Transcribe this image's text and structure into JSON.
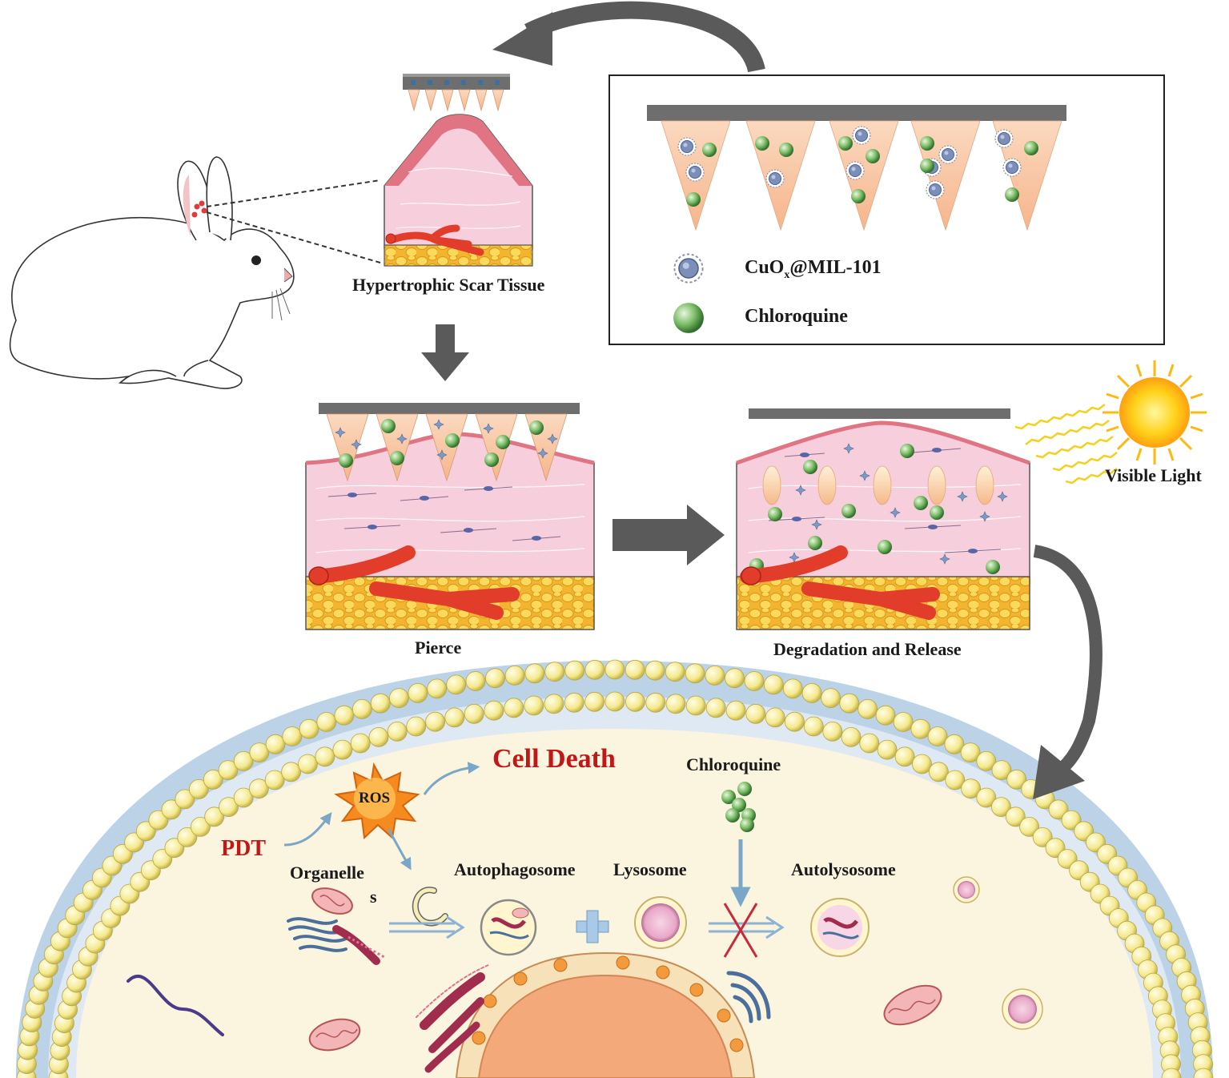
{
  "labels": {
    "scar_tissue": "Hypertrophic Scar Tissue",
    "pierce": "Pierce",
    "degradation": "Degradation and Release",
    "visible_light": "Visible Light",
    "cell_death": "Cell Death",
    "ros": "ROS",
    "pdt": "PDT",
    "chloroquine_cell": "Chloroquine",
    "organelles_1": "Organelle",
    "organelles_2": "s",
    "autophagosome": "Autophagosome",
    "lysosome": "Lysosome",
    "autolysosome": "Autolysosome"
  },
  "legend": {
    "items": [
      {
        "symbol": "mof-particle-icon",
        "label_main": "CuO",
        "label_sub": "x",
        "label_rest": "@MIL-101"
      },
      {
        "symbol": "green-sphere-icon",
        "label_main": "Chloroquine",
        "label_sub": "",
        "label_rest": ""
      }
    ]
  },
  "colors": {
    "arrow_gray": "#5a5a5a",
    "tissue_pink": "#f7cfdc",
    "fat_yellow": "#f5c842",
    "vessel_red": "#e23d2a",
    "needle_peach": "#f9c9a8",
    "membrane_bead": "#f6eea0",
    "membrane_blue": "#bcd2e6",
    "cytoplasm": "#fbf4df",
    "red_text": "#c01818",
    "sun_yellow": "#ffd21a"
  }
}
